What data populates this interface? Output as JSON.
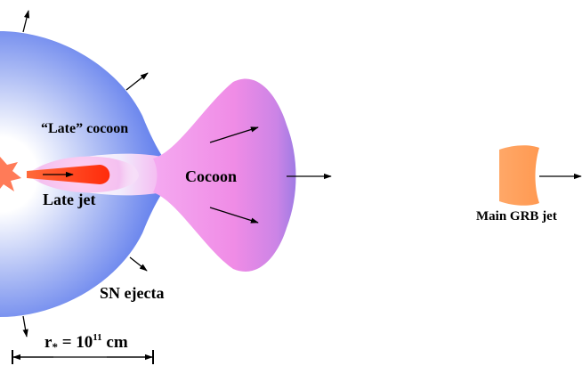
{
  "labels": {
    "late_cocoon": "“Late” cocoon",
    "late_jet": "Late jet",
    "cocoon": "Cocoon",
    "sn_ejecta": "SN ejecta",
    "main_grb_jet": "Main GRB jet",
    "scale_prefix": "r",
    "scale_sub": "*",
    "scale_eq": " = 10",
    "scale_exp": "11",
    "scale_unit": " cm"
  },
  "colors": {
    "sn_ejecta_blue": "#5a78ec",
    "ejecta_center": "#ffffff",
    "cocoon_pink": "#f08ce6",
    "cocoon_purple": "#a07ae4",
    "late_jet_red": "#ff3a1a",
    "star_orange": "#ff7b58",
    "main_jet_orange": "#ffa060"
  }
}
